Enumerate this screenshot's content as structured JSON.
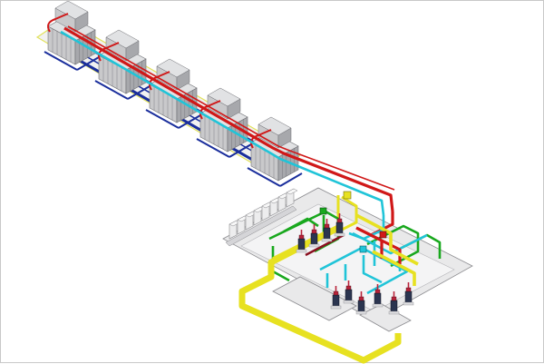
{
  "view": {
    "background": "#ffffff",
    "border_color": "#c8c8c8"
  },
  "colors": {
    "pad_fill": "#f1f1f1",
    "pad_edge": "#e2e25a",
    "unit_fill": "#c9c9cb",
    "unit_side": "#a7a8ac",
    "unit_top": "#e1e2e4",
    "unit_line": "#6e6f74",
    "pipe_red": "#d01818",
    "pipe_cyan": "#20c4d8",
    "pipe_blue": "#1a2e9c",
    "pipe_green": "#19a81e",
    "pipe_yellow": "#e7e121",
    "pipe_darkred": "#8a1020",
    "slab_fill": "#e9e9ea",
    "slab_edge": "#8a8a8e",
    "pump_body": "#2b3550",
    "pump_accent": "#b8233a"
  },
  "equipment": {
    "cooling_units": 5,
    "panels": 8,
    "pumps": 10
  }
}
